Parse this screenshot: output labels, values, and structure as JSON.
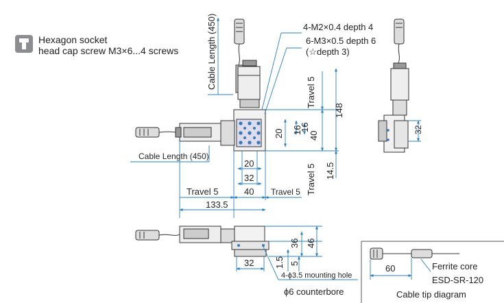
{
  "legend": {
    "icon": "hex-key-icon",
    "line1": "Hexagon socket",
    "line2": "head cap screw M3×6...4 screws"
  },
  "top_view": {
    "cable_length_vertical": "Cable Length (450)",
    "cable_length_horizontal": "Cable Length (450)",
    "tap1": "4-M2×0.4 depth 4",
    "tap2": "6-M3×0.5 depth 6",
    "tap2_note": "(☆depth 3)",
    "travel_v_upper": "Travel 5",
    "travel_v_lower": "Travel 5",
    "dim_148": "148",
    "dim_40_v": "40",
    "dim_20_v": "20",
    "dim_16_a": "16",
    "dim_16_b": "16",
    "dim_145": "14.5",
    "dim_20_h": "20",
    "dim_32_h": "32",
    "travel_h_left": "Travel 5",
    "dim_40_h": "40",
    "travel_h_right": "Travel 5",
    "dim_1335": "133.5"
  },
  "side_view": {
    "dim_36": "36",
    "dim_46": "46",
    "dim_15": "1.5",
    "dim_5": "5",
    "dim_32": "32",
    "hole_note": "4-ϕ3.5 mounting hole",
    "counterbore": "ϕ6 counterbore"
  },
  "right_view": {
    "dim_32": "32"
  },
  "cable_tip": {
    "dim_60": "60",
    "ferrite_label": "Ferrite core",
    "part_no": "ESD-SR-120",
    "caption": "Cable tip diagram"
  }
}
